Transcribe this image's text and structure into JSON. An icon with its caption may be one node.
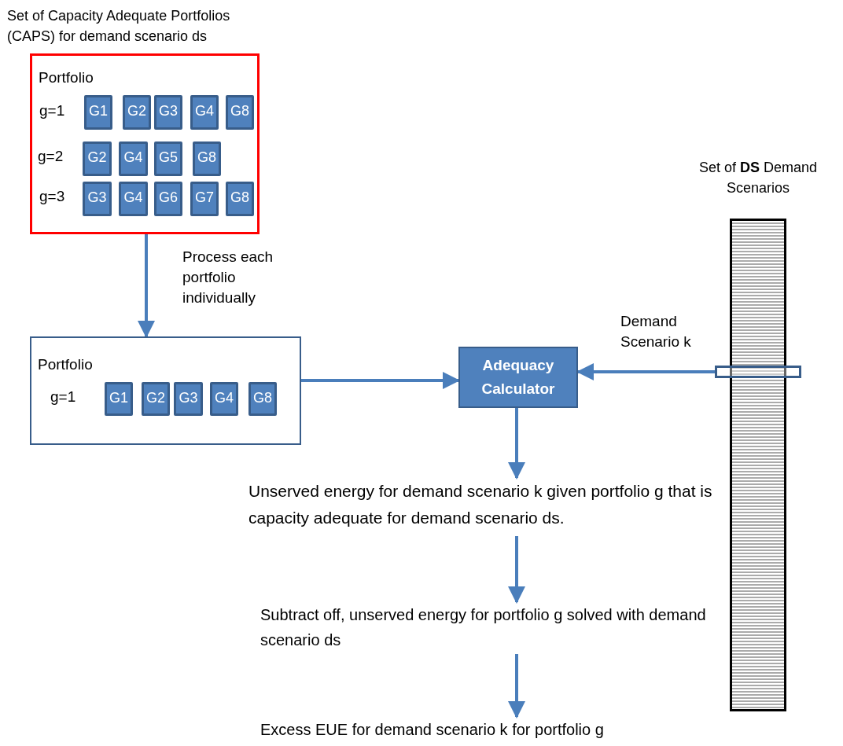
{
  "diagram": {
    "nodes": [
      {
        "text": [
          "Set of Capacity Adequate Portfolios (CAPS) for demand scenario ds",
          "Portfolio"
        ]
      },
      {
        "text": [
          "G1"
        ],
        "in": 0
      },
      {
        "text": [
          "G2"
        ],
        "in": 0
      },
      {
        "text": [
          "G3"
        ],
        "in": 0
      },
      {
        "text": [
          "G4"
        ],
        "in": 0
      },
      {
        "text": [
          "G8"
        ],
        "in": 0
      },
      {
        "text": [
          "G2"
        ],
        "in": 0
      },
      {
        "text": [
          "G4"
        ],
        "in": 0
      },
      {
        "text": [
          "G5"
        ],
        "in": 0
      },
      {
        "text": [
          "G8"
        ],
        "in": 0
      },
      {
        "text": [
          "G3"
        ],
        "in": 0
      },
      {
        "text": [
          "G4"
        ],
        "in": 0
      },
      {
        "text": [
          "G6"
        ],
        "in": 0
      },
      {
        "text": [
          "G7"
        ],
        "in": 0
      },
      {
        "text": [
          "G8"
        ],
        "in": 0
      },
      {
        "text": [
          "Portfolio"
        ]
      },
      {
        "text": [
          "G1"
        ],
        "in": 15
      },
      {
        "text": [
          "G2"
        ],
        "in": 15
      },
      {
        "text": [
          "G3"
        ],
        "in": 15
      },
      {
        "text": [
          "G4"
        ],
        "in": 15
      },
      {
        "text": [
          "G8"
        ],
        "in": 15
      },
      {
        "text": [
          "Adequacy Calculator"
        ]
      },
      {
        "text": [
          "Set of **DS** Demand Scenarios"
        ]
      },
      {
        "text": [],
        "shape": "box"
      },
      {
        "text": [
          "Unserved energy for demand scenario k given portfolio g that is capacity adequate for demand scenario ds."
        ]
      },
      {
        "text": [
          "Subtract off, unserved energy for portfolio g solved with demand scenario ds"
        ]
      },
      {
        "text": [
          "Excess EUE  for demand scenario k for portfolio g"
        ]
      }
    ],
    "edges": [
      {
        "from": 0,
        "to": 15,
        "arrow": "to",
        "label": "Process each portfolio individually"
      },
      {
        "from": 15,
        "to": 21,
        "arrow": "to"
      },
      {
        "from": 23,
        "to": 21,
        "arrow": "to",
        "label": "Demand Scenario k"
      },
      {
        "from": 21,
        "to": 24,
        "arrow": "to"
      },
      {
        "from": 24,
        "to": 25,
        "arrow": "to"
      },
      {
        "from": 25,
        "to": 26,
        "arrow": "to"
      }
    ],
    "labels": [
      "g=1",
      "g=2",
      "g=3",
      "g=1"
    ]
  }
}
